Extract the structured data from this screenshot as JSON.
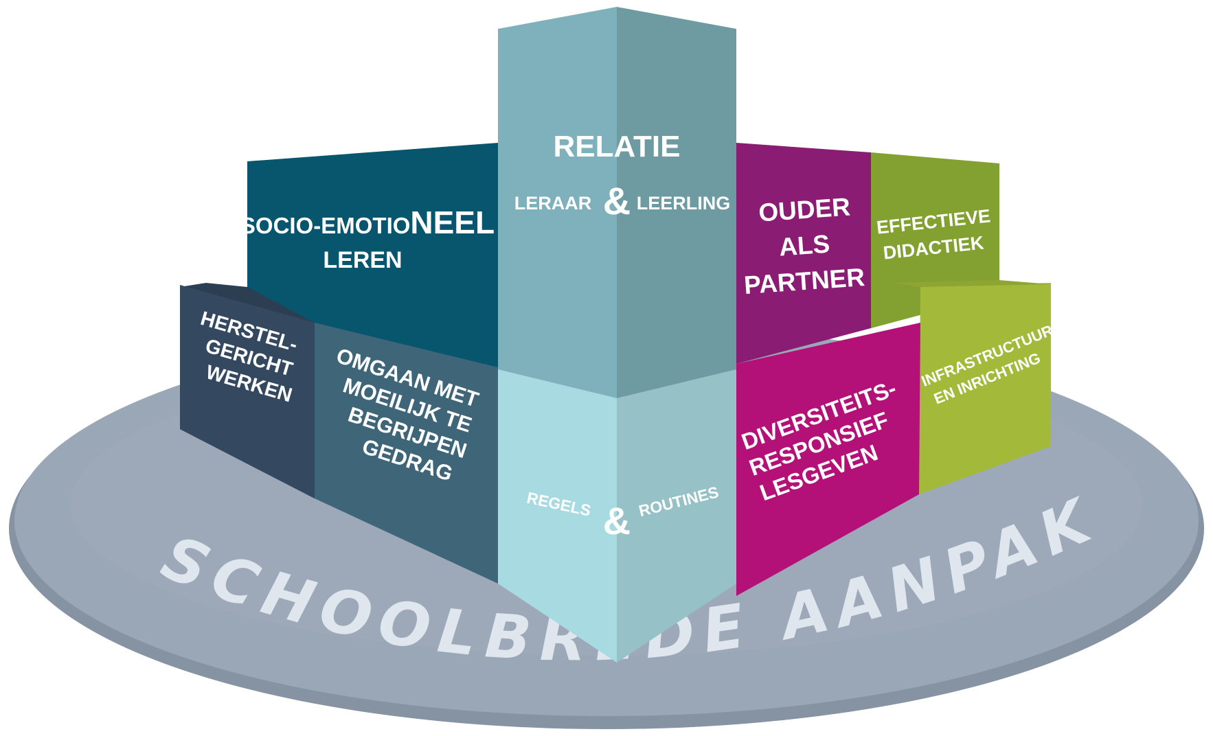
{
  "base": {
    "label": "SCHOOLBREDE AANPAK"
  },
  "blocks": {
    "relatie": {
      "title": "RELATIE",
      "left": "LERAAR",
      "amp": "&",
      "right": "LEERLING"
    },
    "regels": {
      "left": "REGELS",
      "amp": "&",
      "right": "ROUTINES"
    },
    "socio": {
      "line1_small": "SOCIO-EMOTIO",
      "line1_big": "NEEL",
      "line2": "LEREN"
    },
    "herstel": {
      "line1": "HERSTEL-",
      "line2": "GERICHT",
      "line3": "WERKEN"
    },
    "omgaan": {
      "line1": "OMGAAN MET",
      "line2": "MOEILIJK TE",
      "line3": "BEGRIJPEN",
      "line4": "GEDRAG"
    },
    "ouder": {
      "line1": "OUDER",
      "line2": "ALS",
      "line3": "PARTNER"
    },
    "effectieve": {
      "line1": "EFFECTIEVE",
      "line2": "DIDACTIEK"
    },
    "diversiteit": {
      "line1": "DIVERSITEITS-",
      "line2": "RESPONSIEF",
      "line3": "LESGEVEN"
    },
    "infra": {
      "line1": "INFRASTRUCTUUR",
      "line2": "EN INRICHTING"
    }
  },
  "colors": {
    "base": "#9aa7b6",
    "base_edge": "#8593a3",
    "socio": "#07566e",
    "socio_top": "#3f7a8d",
    "herstel": "#34495f",
    "omgaan": "#3f6579",
    "tower_left": "#7fb1bc",
    "tower_right": "#6e9ba2",
    "tower_lower_left": "#a8dbe1",
    "tower_lower_right": "#96c1c6",
    "ouder": "#8b1c73",
    "effectieve": "#83a131",
    "diversiteit": "#b31078",
    "infra": "#a3b93a"
  }
}
